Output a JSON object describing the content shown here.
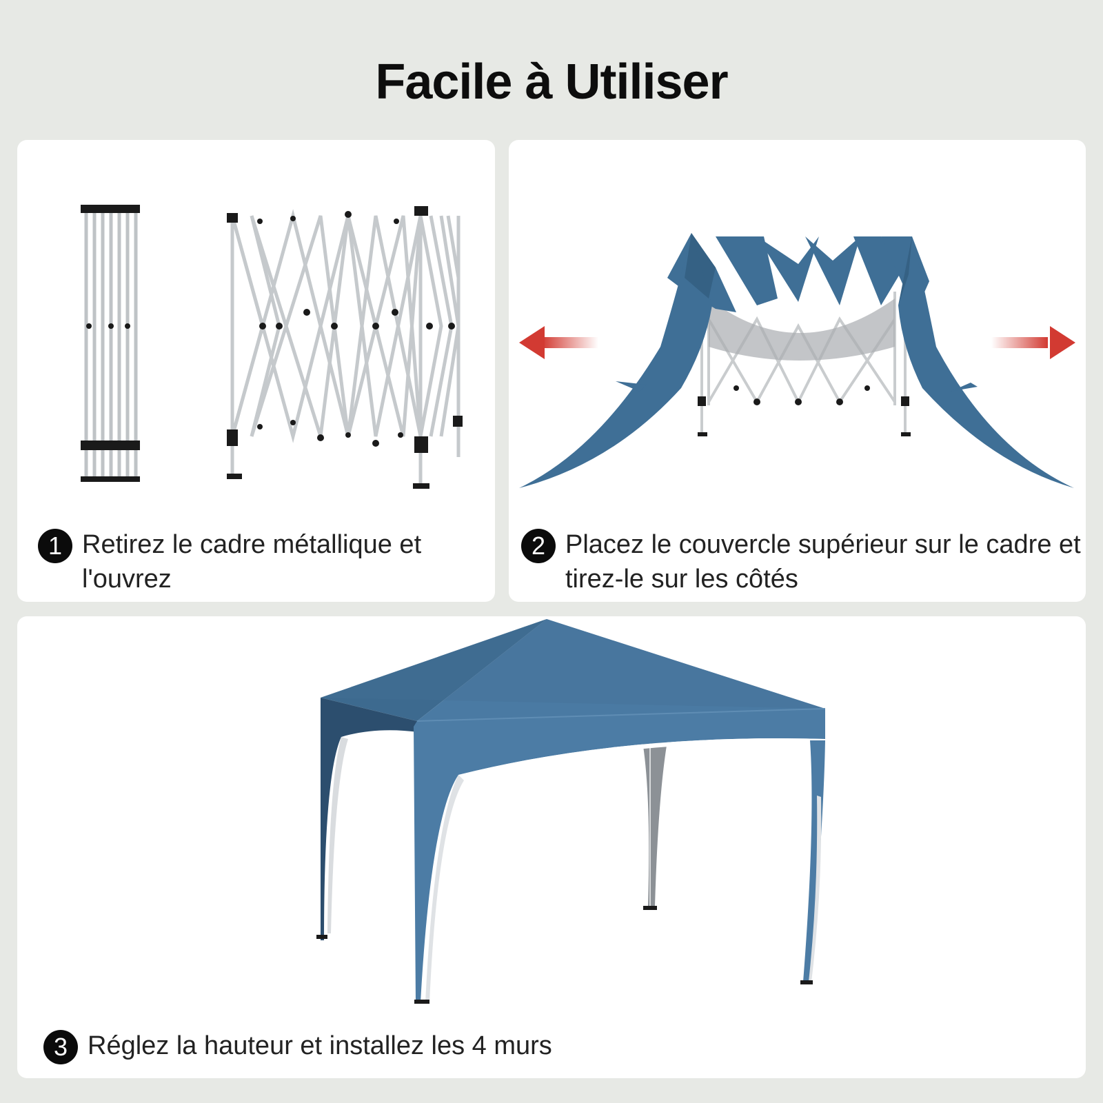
{
  "title": "Facile à Utiliser",
  "steps": [
    {
      "number": "1",
      "text": "Retirez le cadre métallique et l'ouvrez"
    },
    {
      "number": "2",
      "text": "Placez le couvercle supérieur sur le cadre et tirez-le sur les côtés"
    },
    {
      "number": "3",
      "text": "Réglez la hauteur et installez les 4 murs"
    }
  ],
  "colors": {
    "background": "#e7e9e5",
    "panel": "#ffffff",
    "canopy": "#3f6f96",
    "arrow": "#d23a32"
  }
}
